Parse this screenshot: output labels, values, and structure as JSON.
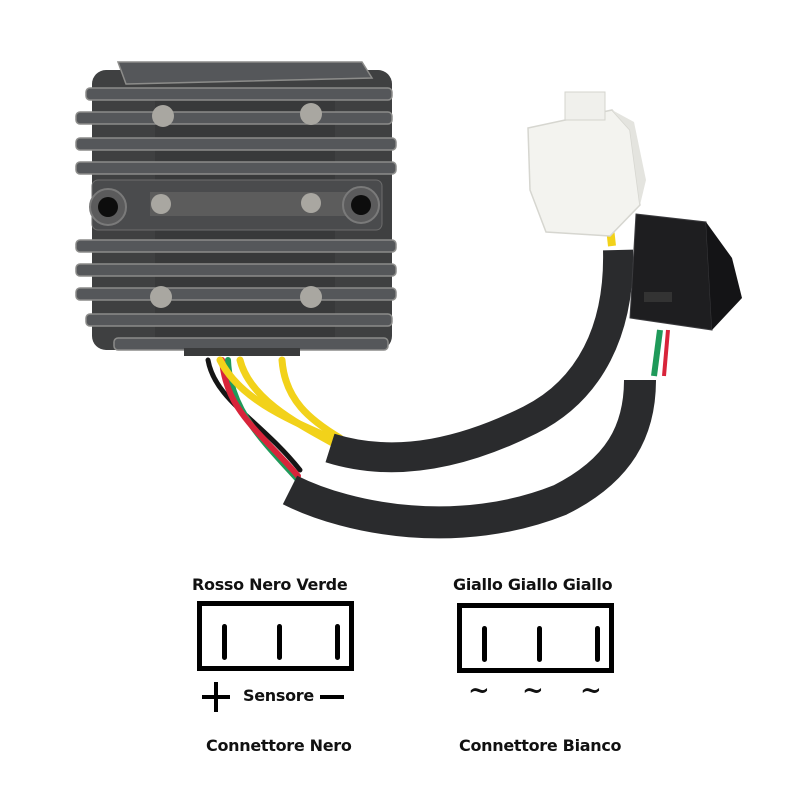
{
  "photo": {
    "subject": "voltage-regulator-rectifier",
    "colors": {
      "heatsink": "#4a4b4c",
      "heatsink_fin_edge": "#8a8a88",
      "bolt": "#a8a6a0",
      "sleeve": "#2a2b2d",
      "wire_yellow": "#f2d21a",
      "wire_red": "#d8243a",
      "wire_green": "#1f9a5a",
      "wire_black": "#151515",
      "connector_white": "#f4f4f0",
      "connector_black": "#1c1c1e"
    }
  },
  "connectors": [
    {
      "name": "Connettore Nero",
      "pin_labels": [
        "Rosso",
        "Nero",
        "Verde"
      ],
      "pin_label_line": "Rosso  Nero  Verde",
      "below": {
        "plus": "+",
        "text": "Sensore",
        "minus": "−"
      }
    },
    {
      "name": "Connettore Bianco",
      "pin_labels": [
        "Giallo",
        "Giallo",
        "Giallo"
      ],
      "pin_label_line": "Giallo  Giallo Giallo",
      "below": {
        "symbols": [
          "~",
          "~",
          "~"
        ]
      }
    }
  ]
}
